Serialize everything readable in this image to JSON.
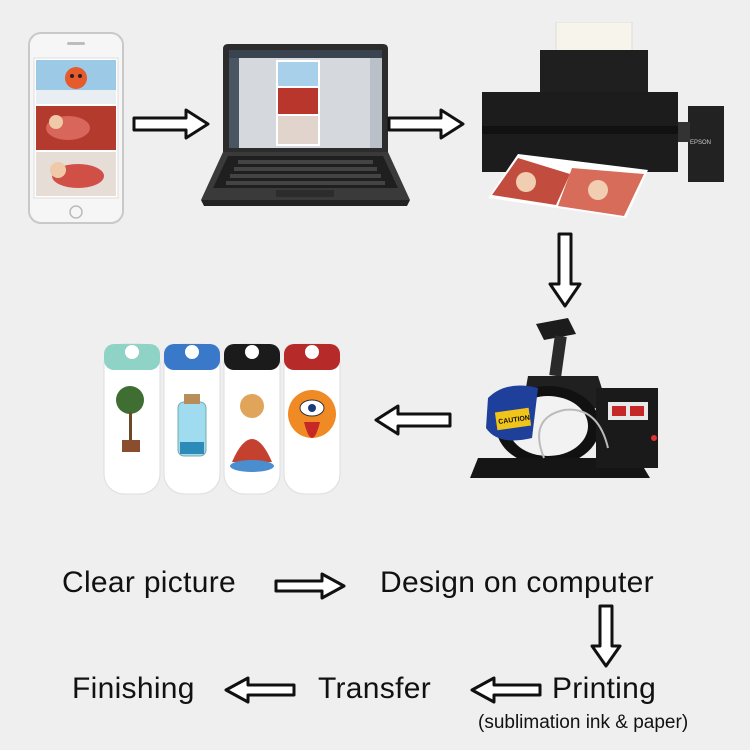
{
  "steps": [
    {
      "label": "Clear picture",
      "icon": "smartphone-icon"
    },
    {
      "label": "Design on computer",
      "icon": "laptop-icon"
    },
    {
      "label": "Printing",
      "sublabel": "(sublimation ink & paper)",
      "icon": "printer-icon"
    },
    {
      "label": "Transfer",
      "icon": "mug-heat-press-icon"
    },
    {
      "label": "Finishing",
      "icon": "printed-bottles-icon"
    }
  ],
  "printer_brand": "EPSON",
  "press_warning": "CAUTION",
  "colors": {
    "background": "#efefef",
    "bottle_caps": [
      "#8fd3c7",
      "#3a78c9",
      "#1b1b1b",
      "#b62a2a"
    ]
  }
}
